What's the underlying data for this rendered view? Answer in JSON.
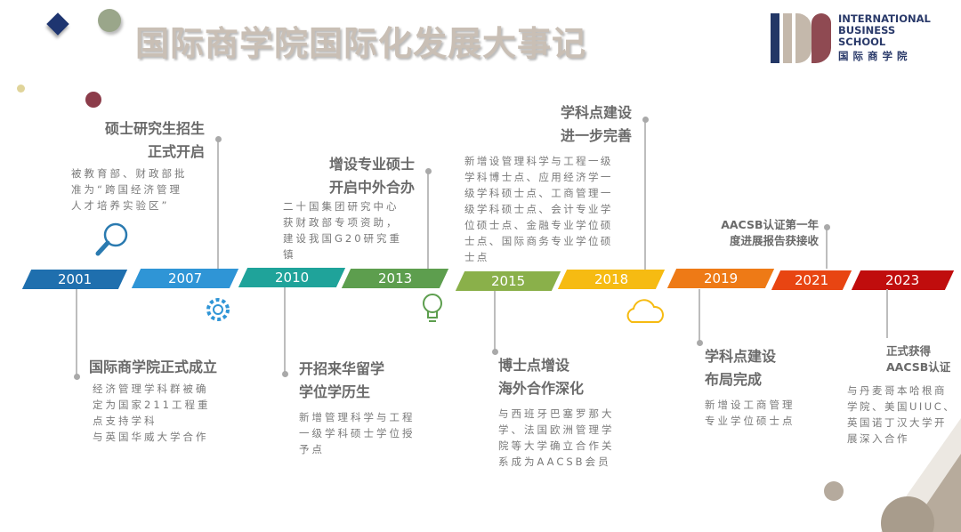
{
  "title": "国际商学院国际化发展大事记",
  "logo": {
    "text": "IBS",
    "lines": [
      "INTERNATIONAL",
      "BUSINESS",
      "SCHOOL"
    ],
    "cn": "国际商学院"
  },
  "years": [
    {
      "year": "2001",
      "color": "#1f6fae"
    },
    {
      "year": "2007",
      "color": "#2f95d6"
    },
    {
      "year": "2010",
      "color": "#1fa39a"
    },
    {
      "year": "2013",
      "color": "#5d9e4e"
    },
    {
      "year": "2015",
      "color": "#8ab04a"
    },
    {
      "year": "2018",
      "color": "#f6bb12"
    },
    {
      "year": "2019",
      "color": "#ee7a16"
    },
    {
      "year": "2021",
      "color": "#e84512"
    },
    {
      "year": "2023",
      "color": "#c00d0d"
    }
  ],
  "events": {
    "e2001": {
      "title": "国际商学院正式成立",
      "desc": [
        "经济管理学科群被确",
        "定为国家211工程重",
        "点支持学科",
        "与英国华威大学合作"
      ]
    },
    "e2007": {
      "title": [
        "硕士研究生招生",
        "正式开启"
      ],
      "desc": [
        "被教育部、财政部批",
        "准为“跨国经济管理",
        "人才培养实验区”"
      ]
    },
    "e2010": {
      "title": [
        "开招来华留学",
        "学位学历生"
      ],
      "desc": [
        "新增管理科学与工程",
        "一级学科硕士学位授",
        "予点"
      ]
    },
    "e2013": {
      "title": [
        "增设专业硕士",
        "开启中外合办"
      ],
      "desc": [
        "二十国集团研究中心",
        "获财政部专项资助，",
        "建设我国G20研究重",
        "镇"
      ]
    },
    "e2015": {
      "title": [
        "博士点增设",
        "海外合作深化"
      ],
      "desc": [
        "与西班牙巴塞罗那大",
        "学、法国欧洲管理学",
        "院等大学确立合作关",
        "系成为AACSB会员"
      ]
    },
    "e2018": {
      "title": [
        "学科点建设",
        "进一步完善"
      ],
      "desc": [
        "新增设管理科学与工程一级",
        "学科博士点、应用经济学一",
        "级学科硕士点、工商管理一",
        "级学科硕士点、会计专业学",
        "位硕士点、金融专业学位硕",
        "士点、国际商务专业学位硕",
        "士点"
      ]
    },
    "e2019": {
      "title": [
        "学科点建设",
        "布局完成"
      ],
      "desc": [
        "新增设工商管理",
        "专业学位硕士点"
      ]
    },
    "e2021": {
      "title": [
        "AACSB认证第一年",
        "度进展报告获接收"
      ]
    },
    "e2023": {
      "title": [
        "正式获得",
        "AACSB认证"
      ],
      "desc": [
        "与丹麦哥本哈根商",
        "学院、美国UIUC、",
        "英国诺丁汉大学开",
        "展深入合作"
      ]
    }
  }
}
